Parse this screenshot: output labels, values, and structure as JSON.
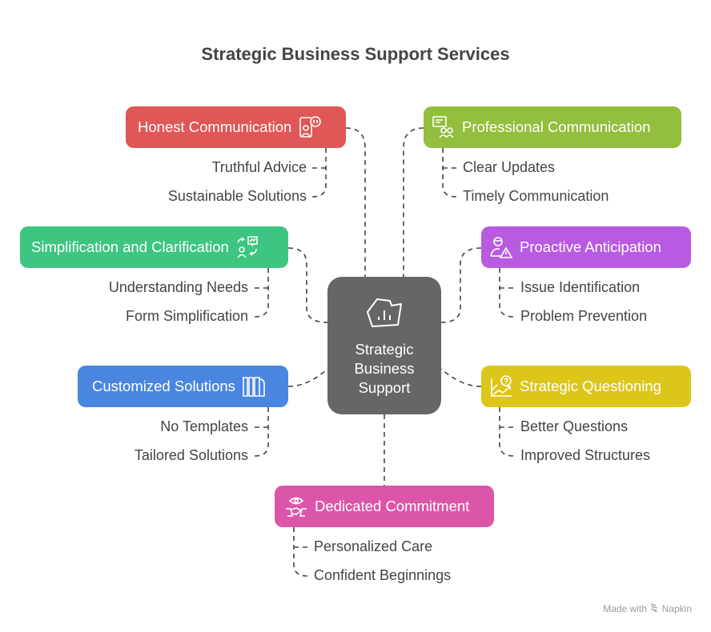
{
  "title": "Strategic Business Support Services",
  "center": {
    "label": "Strategic Business Support",
    "icon": "chart-badge-icon",
    "color": "#666666"
  },
  "branches": [
    {
      "label": "Honest Communication",
      "icon": "phone-chat-person-icon",
      "color": "#E05757",
      "items": [
        "Truthful Advice",
        "Sustainable Solutions"
      ]
    },
    {
      "label": "Professional Communication",
      "icon": "presentation-people-icon",
      "color": "#93BE3E",
      "items": [
        "Clear Updates",
        "Timely Communication"
      ]
    },
    {
      "label": "Simplification and Clarification",
      "icon": "person-board-arrows-icon",
      "color": "#3EC581",
      "items": [
        "Understanding Needs",
        "Form Simplification"
      ]
    },
    {
      "label": "Proactive Anticipation",
      "icon": "person-warning-icon",
      "color": "#B85BE0",
      "items": [
        "Issue Identification",
        "Problem Prevention"
      ]
    },
    {
      "label": "Customized Solutions",
      "icon": "columns-icon",
      "color": "#4A86E0",
      "items": [
        "No Templates",
        "Tailored Solutions"
      ]
    },
    {
      "label": "Strategic Questioning",
      "icon": "chart-question-icon",
      "color": "#DCC61A",
      "items": [
        "Better Questions",
        "Improved Structures"
      ]
    },
    {
      "label": "Dedicated Commitment",
      "icon": "eye-handshake-icon",
      "color": "#DB56A9",
      "items": [
        "Personalized Care",
        "Confident Beginnings"
      ]
    }
  ],
  "footer": {
    "text": "Made with",
    "brand": "Napkin",
    "icon": "napkin-logo-icon"
  }
}
